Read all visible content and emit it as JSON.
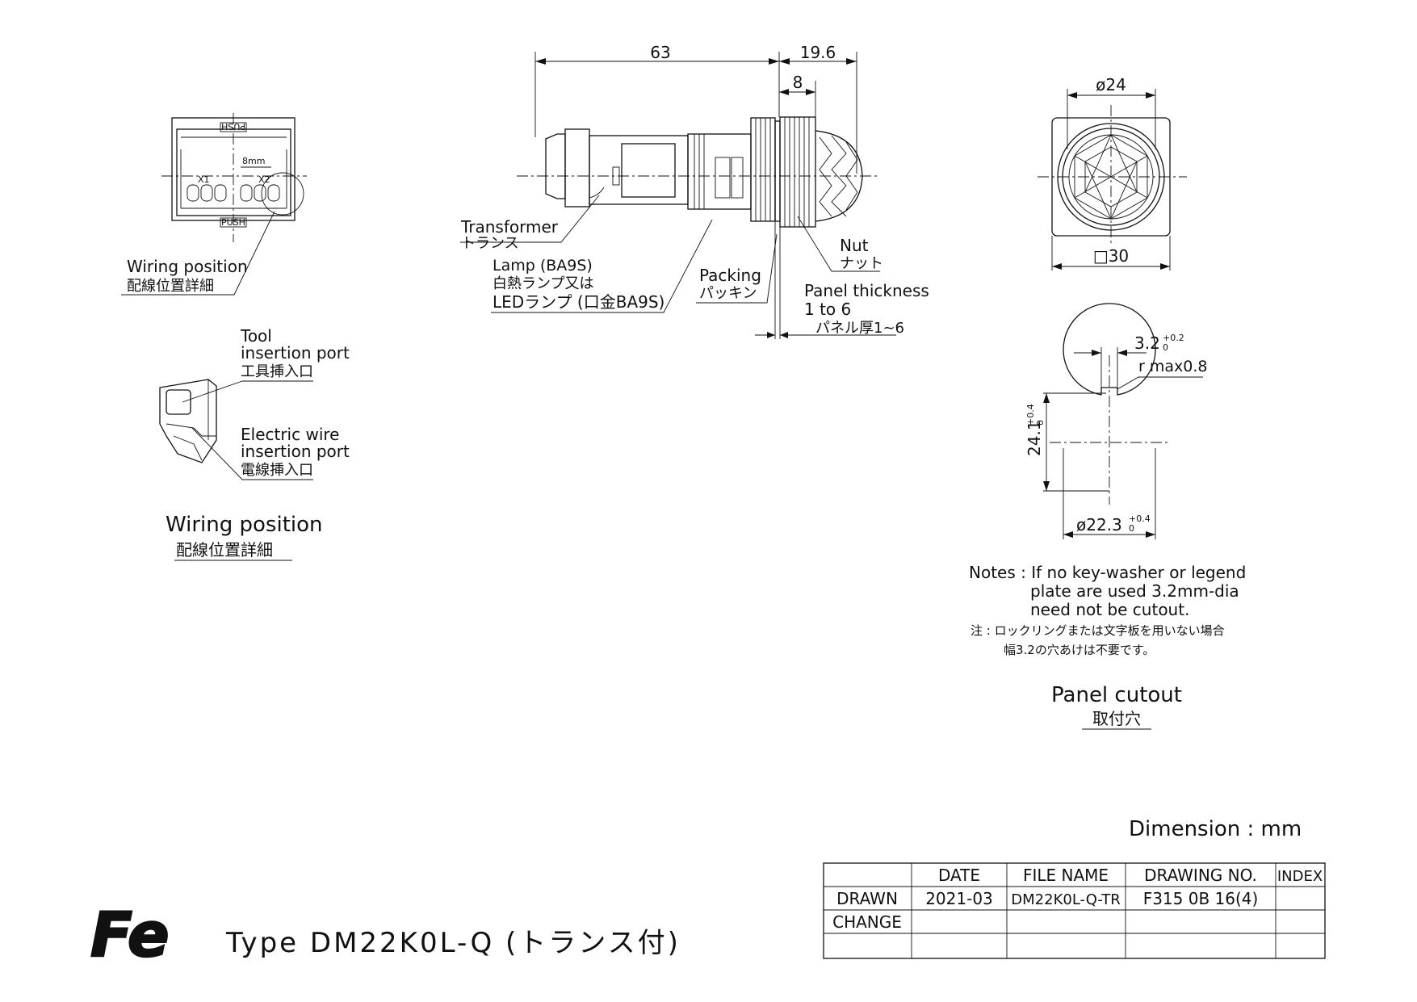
{
  "side_view": {
    "dim_length": "63",
    "dim_front": "19.6",
    "dim_nut": "8",
    "labels": {
      "transformer_en": "Transformer",
      "transformer_jp": "トランス",
      "lamp_en": "Lamp (BA9S)",
      "lamp_jp1": "白熱ランプ又は",
      "lamp_jp2": "LEDランプ (口金BA9S)",
      "packing_en": "Packing",
      "packing_jp": "パッキン",
      "nut_en": "Nut",
      "nut_jp": "ナット",
      "panel_en1": "Panel thickness",
      "panel_en2": "1 to 6",
      "panel_jp": "パネル厚1~6"
    }
  },
  "rear_view": {
    "label_en": "Wiring position",
    "label_jp": "配線位置詳細",
    "terminal_x1": "X1",
    "terminal_x2": "X2",
    "strip_length": "8mm",
    "push_top": "PUSH",
    "push_bottom": "PUSH"
  },
  "wiring_detail": {
    "tool_en1": "Tool",
    "tool_en2": "insertion port",
    "tool_jp": "工具挿入口",
    "wire_en1": "Electric wire",
    "wire_en2": "insertion port",
    "wire_jp": "電線挿入口",
    "title_en": "Wiring position",
    "title_jp": "配線位置詳細"
  },
  "front_view": {
    "dim_diameter": "ø24",
    "dim_square": "□30"
  },
  "panel_cutout": {
    "dim_key_width": "3.2",
    "dim_key_tol_upper": "+0.2",
    "dim_key_tol_lower": "0",
    "dim_radius": "r max0.8",
    "dim_height": "24.1",
    "dim_height_tol_upper": "+0.4",
    "dim_height_tol_lower": "0",
    "dim_diameter": "ø22.3",
    "dim_diameter_tol_upper": "+0.4",
    "dim_diameter_tol_lower": "0",
    "notes_en1": "Notes : If no key-washer or legend",
    "notes_en2": "plate are used 3.2mm-dia",
    "notes_en3": "need not be cutout.",
    "notes_jp1": "注 : ロックリングまたは文字板を用いない場合",
    "notes_jp2": "幅3.2の穴あけは不要です。",
    "title_en": "Panel cutout",
    "title_jp": "取付穴"
  },
  "unit_label": "Dimension : mm",
  "title_block": {
    "headers": [
      "DATE",
      "FILE NAME",
      "DRAWING NO.",
      "INDEX"
    ],
    "rows": [
      {
        "label": "DRAWN",
        "date": "2021-03",
        "file": "DM22K0L-Q-TR",
        "drawing_no": "F315 0B 16(4)",
        "index": ""
      },
      {
        "label": "CHANGE",
        "date": "",
        "file": "",
        "drawing_no": "",
        "index": ""
      }
    ]
  },
  "logo_text": "Fe",
  "product_title": "Type  DM22K0L-Q (トランス付)"
}
